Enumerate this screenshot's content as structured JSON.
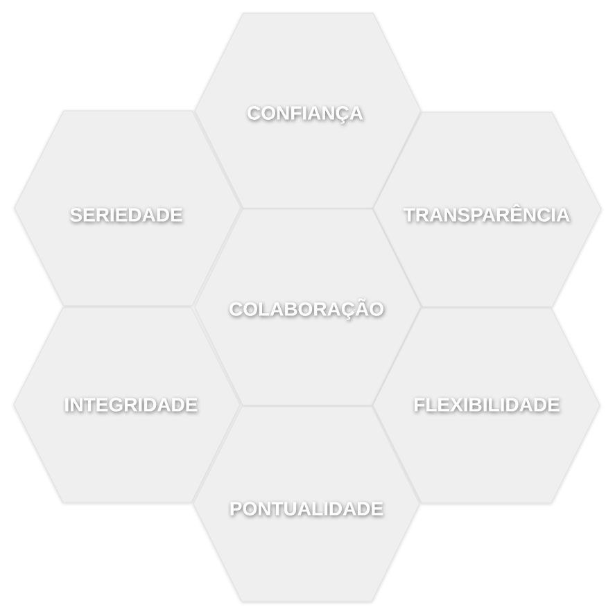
{
  "diagram": {
    "center": {
      "label": "COLABORAÇÃO"
    },
    "cells": [
      {
        "id": "top",
        "label": "CONFIANÇA"
      },
      {
        "id": "upper-left",
        "label": "SERIEDADE"
      },
      {
        "id": "upper-right",
        "label": "TRANSPARÊNCIA"
      },
      {
        "id": "lower-left",
        "label": "INTEGRIDADE"
      },
      {
        "id": "lower-right",
        "label": "FLEXIBILIDADE"
      },
      {
        "id": "bottom",
        "label": "PONTUALIDADE"
      }
    ]
  },
  "colors": {
    "hex_fill": "#efefef",
    "hex_border": "#e2e2e2",
    "label_text": "#ffffff",
    "background": "#ffffff"
  }
}
